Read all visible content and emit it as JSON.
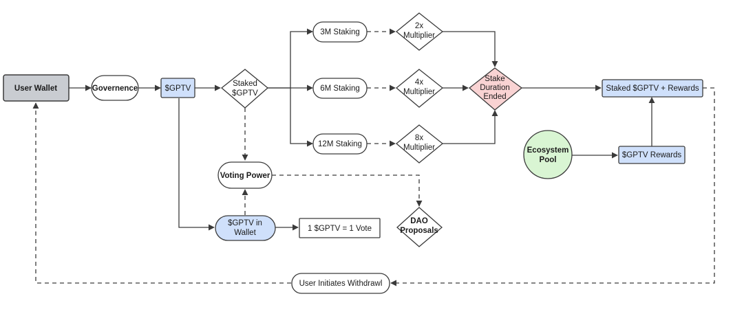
{
  "nodes": {
    "user_wallet": "User Wallet",
    "governance": "Governence",
    "gptv": "$GPTV",
    "staked_gptv": [
      "Staked",
      "$GPTV"
    ],
    "staking_3m": "3M Staking",
    "staking_6m": "6M Staking",
    "staking_12m": "12M Staking",
    "multiplier_2x": [
      "2x",
      "Multiplier"
    ],
    "multiplier_4x": [
      "4x",
      "Multiplier"
    ],
    "multiplier_8x": [
      "8x",
      "Multiplier"
    ],
    "stake_duration_ended": [
      "Stake",
      "Duration",
      "Ended"
    ],
    "staked_rewards": "Staked $GPTV + Rewards",
    "ecosystem_pool": [
      "Ecosystem",
      "Pool"
    ],
    "gptv_rewards": "$GPTV Rewards",
    "voting_power": "Voting Power",
    "gptv_in_wallet": [
      "$GPTV  in",
      "Wallet"
    ],
    "vote_ratio": "1 $GPTV = 1  Vote",
    "dao_proposals": [
      "DAO",
      "Proposals"
    ],
    "user_initiates_withdrawl": "User Initiates Withdrawl"
  },
  "colors": {
    "grey_fill": "#c9ccd1",
    "blue_fill": "#cfe0fb",
    "pink_fill": "#f9d3d3",
    "green_fill": "#d9f5d3",
    "stroke": "#3a3a3a"
  }
}
